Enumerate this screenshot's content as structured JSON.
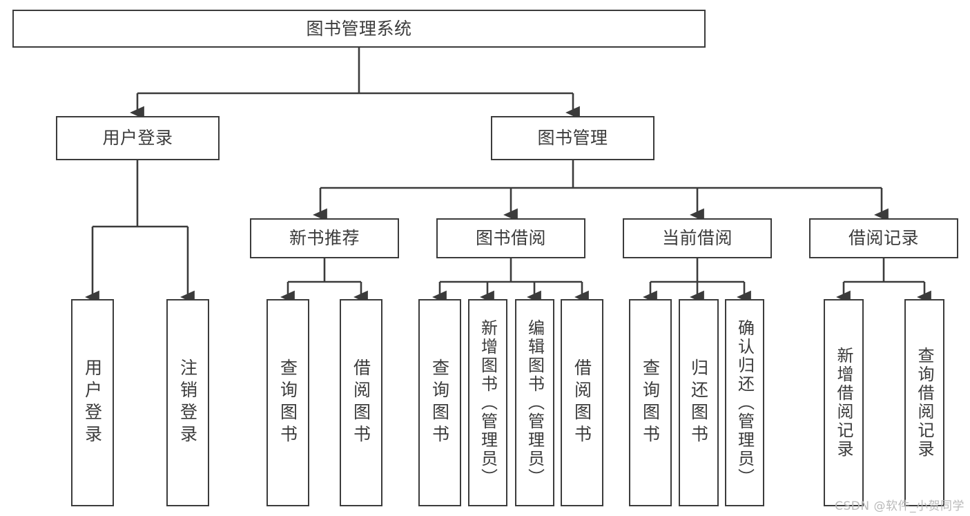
{
  "diagram": {
    "title": "图书管理系统",
    "type": "hierarchy-tree",
    "line_color": "#3b3b3b",
    "box_fill": "#ffffff",
    "root": {
      "label": "图书管理系统"
    },
    "level2": [
      {
        "label": "用户登录"
      },
      {
        "label": "图书管理"
      }
    ],
    "level3": [
      {
        "label": "新书推荐"
      },
      {
        "label": "图书借阅"
      },
      {
        "label": "当前借阅"
      },
      {
        "label": "借阅记录"
      }
    ],
    "leaves": {
      "user_login": [
        {
          "label": "用户登录"
        },
        {
          "label": "注销登录"
        }
      ],
      "new_book_recommend": [
        {
          "label": "查询图书"
        },
        {
          "label": "借阅图书"
        }
      ],
      "book_borrow": [
        {
          "label": "查询图书"
        },
        {
          "label": "新增图书（管理员）"
        },
        {
          "label": "编辑图书（管理员）"
        },
        {
          "label": "借阅图书"
        }
      ],
      "current_borrow": [
        {
          "label": "查询图书"
        },
        {
          "label": "归还图书"
        },
        {
          "label": "确认归还（管理员）"
        }
      ],
      "borrow_record": [
        {
          "label": "新增借阅记录"
        },
        {
          "label": "查询借阅记录"
        }
      ]
    }
  },
  "watermark": {
    "text": "CSDN @软件_小贺同学"
  }
}
